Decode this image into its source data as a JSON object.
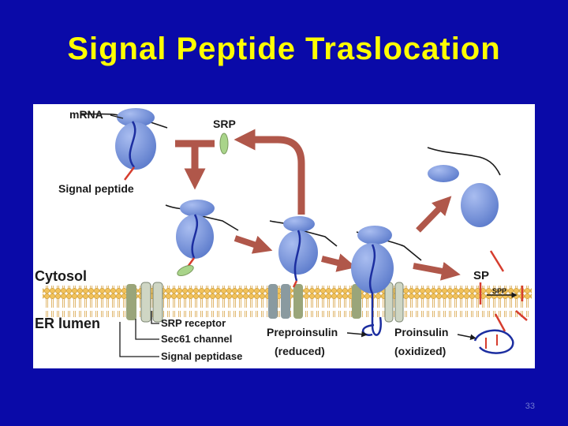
{
  "slide": {
    "title": "Signal Peptide Traslocation",
    "page_number": "33"
  },
  "figure": {
    "labels": {
      "mrna": "mRNA",
      "srp": "SRP",
      "signal_peptide": "Signal peptide",
      "cytosol": "Cytosol",
      "er_lumen": "ER lumen",
      "srp_receptor": "SRP receptor",
      "sec61_channel": "Sec61 channel",
      "signal_peptidase": "Signal peptidase",
      "preproinsulin": "Preproinsulin",
      "reduced": "(reduced)",
      "proinsulin": "Proinsulin",
      "oxidized": "(oxidized)",
      "sp": "SP",
      "spp": "SPP"
    },
    "colors": {
      "background": "#0a0aa8",
      "title": "#ffff00",
      "ribosome": "#7b98d9",
      "arrow": "#b0574a",
      "mrna_chain": "#1c2ea0",
      "signal_peptide": "#d63d2e",
      "srp": "#a9d48a",
      "membrane_head": "#f2c25a"
    }
  }
}
